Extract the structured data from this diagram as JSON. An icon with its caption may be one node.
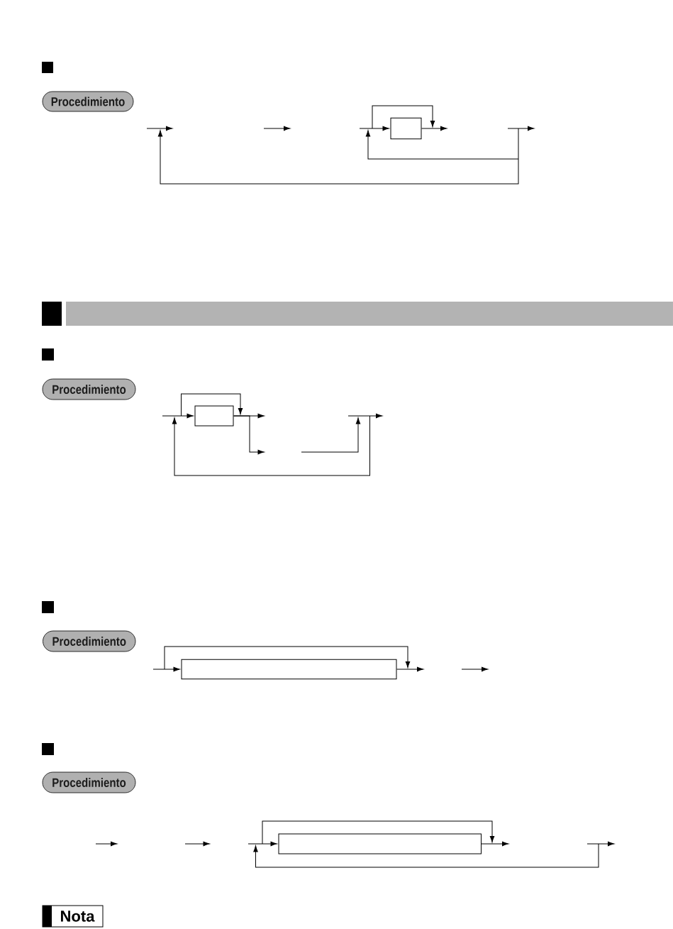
{
  "diagram": {
    "nodes": [
      {
        "text": [
          "Procedimiento"
        ]
      },
      {
        "text": [],
        "shape": "box"
      },
      {
        "text": [],
        "shape": "bar"
      },
      {
        "text": [
          "Procedimiento"
        ]
      },
      {
        "text": [],
        "shape": "box"
      },
      {
        "text": [
          "Procedimiento"
        ]
      },
      {
        "text": [],
        "shape": "box"
      },
      {
        "text": [
          "Procedimiento"
        ]
      },
      {
        "text": [],
        "shape": "box"
      },
      {
        "text": [
          "Nota"
        ]
      }
    ],
    "edges": [
      {
        "from": null,
        "to": 1,
        "arrow": "to"
      },
      {
        "from": 1,
        "to": null,
        "arrow": "to"
      },
      {
        "from": null,
        "to": 4,
        "arrow": "to"
      },
      {
        "from": 4,
        "to": null,
        "arrow": "to"
      },
      {
        "from": 4,
        "to": null,
        "arrow": "to"
      },
      {
        "from": null,
        "to": 6,
        "arrow": "to"
      },
      {
        "from": 6,
        "to": null,
        "arrow": "to"
      },
      {
        "from": null,
        "to": 8,
        "arrow": "to"
      },
      {
        "from": 8,
        "to": null,
        "arrow": "to"
      }
    ]
  }
}
